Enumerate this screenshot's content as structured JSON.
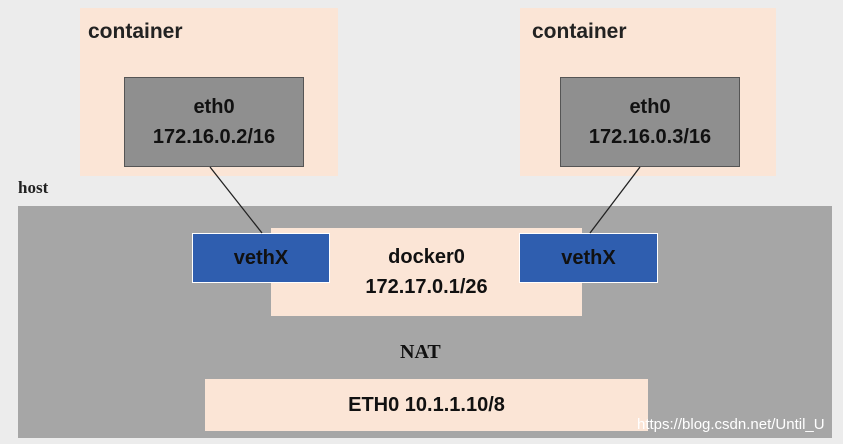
{
  "containers": [
    {
      "label": "container",
      "eth_name": "eth0",
      "eth_ip": "172.16.0.2/16"
    },
    {
      "label": "container",
      "eth_name": "eth0",
      "eth_ip": "172.16.0.3/16"
    }
  ],
  "host": {
    "label": "host",
    "veth_left": "vethX",
    "veth_right": "vethX",
    "bridge_name": "docker0",
    "bridge_ip": "172.17.0.1/26",
    "nat_label": "NAT",
    "host_eth": "ETH0 10.1.1.10/8"
  },
  "watermark": "https://blog.csdn.net/Until_U",
  "colors": {
    "container_bg": "#fbe5d6",
    "eth_bg": "#8f8f8f",
    "host_bg": "#a6a6a6",
    "veth_bg": "#2f5eaf"
  }
}
